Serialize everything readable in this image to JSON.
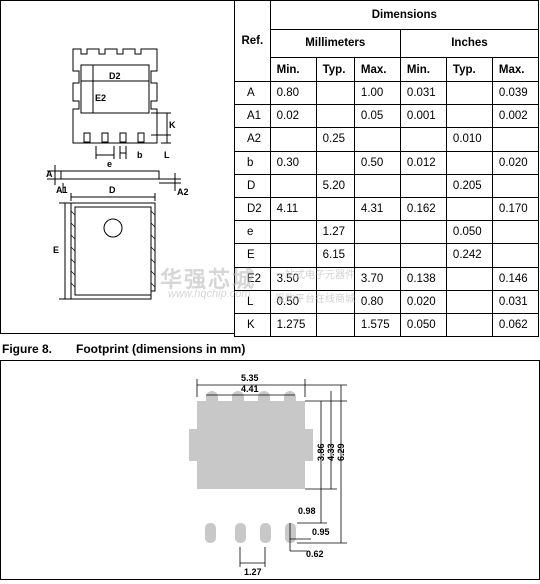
{
  "table": {
    "header_ref": "Ref.",
    "header_dimensions": "Dimensions",
    "header_mm": "Millimeters",
    "header_inches": "Inches",
    "sub_headers": [
      "Min.",
      "Typ.",
      "Max.",
      "Min.",
      "Typ.",
      "Max."
    ],
    "rows": [
      {
        "ref": "A",
        "mm_min": "0.80",
        "mm_typ": "",
        "mm_max": "1.00",
        "in_min": "0.031",
        "in_typ": "",
        "in_max": "0.039"
      },
      {
        "ref": "A1",
        "mm_min": "0.02",
        "mm_typ": "",
        "mm_max": "0.05",
        "in_min": "0.001",
        "in_typ": "",
        "in_max": "0.002"
      },
      {
        "ref": "A2",
        "mm_min": "",
        "mm_typ": "0.25",
        "mm_max": "",
        "in_min": "",
        "in_typ": "0.010",
        "in_max": ""
      },
      {
        "ref": "b",
        "mm_min": "0.30",
        "mm_typ": "",
        "mm_max": "0.50",
        "in_min": "0.012",
        "in_typ": "",
        "in_max": "0.020"
      },
      {
        "ref": "D",
        "mm_min": "",
        "mm_typ": "5.20",
        "mm_max": "",
        "in_min": "",
        "in_typ": "0.205",
        "in_max": ""
      },
      {
        "ref": "D2",
        "mm_min": "4.11",
        "mm_typ": "",
        "mm_max": "4.31",
        "in_min": "0.162",
        "in_typ": "",
        "in_max": "0.170"
      },
      {
        "ref": "e",
        "mm_min": "",
        "mm_typ": "1.27",
        "mm_max": "",
        "in_min": "",
        "in_typ": "0.050",
        "in_max": ""
      },
      {
        "ref": "E",
        "mm_min": "",
        "mm_typ": "6.15",
        "mm_max": "",
        "in_min": "",
        "in_typ": "0.242",
        "in_max": ""
      },
      {
        "ref": "E2",
        "mm_min": "3.50",
        "mm_typ": "",
        "mm_max": "3.70",
        "in_min": "0.138",
        "in_typ": "",
        "in_max": "0.146"
      },
      {
        "ref": "L",
        "mm_min": "0.50",
        "mm_typ": "",
        "mm_max": "0.80",
        "in_min": "0.020",
        "in_typ": "",
        "in_max": "0.031"
      },
      {
        "ref": "K",
        "mm_min": "1.275",
        "mm_typ": "",
        "mm_max": "1.575",
        "in_min": "0.050",
        "in_typ": "",
        "in_max": "0.062"
      }
    ]
  },
  "package_drawing": {
    "labels": {
      "d2": "D2",
      "e2": "E2",
      "k": "K",
      "e": "e",
      "b": "b",
      "l": "L",
      "a": "A",
      "a1": "A1",
      "d": "D",
      "a2": "A2",
      "e_big": "E"
    }
  },
  "figure": {
    "number": "Figure 8.",
    "title": "Footprint (dimensions in mm)"
  },
  "footprint": {
    "dims": {
      "w_total": "5.35",
      "w_pad": "4.41",
      "h_386": "3.86",
      "h_433": "4.33",
      "h_629": "6.29",
      "d_098": "0.98",
      "d_095": "0.95",
      "d_062": "0.62",
      "pitch": "1.27"
    },
    "pad_color": "#c8c8c8"
  },
  "watermark": {
    "brand": "华强芯城",
    "url": "www.hqchip.com",
    "slogan1": "一站式电子元器件",
    "slogan2": "采购平台在线商城"
  }
}
